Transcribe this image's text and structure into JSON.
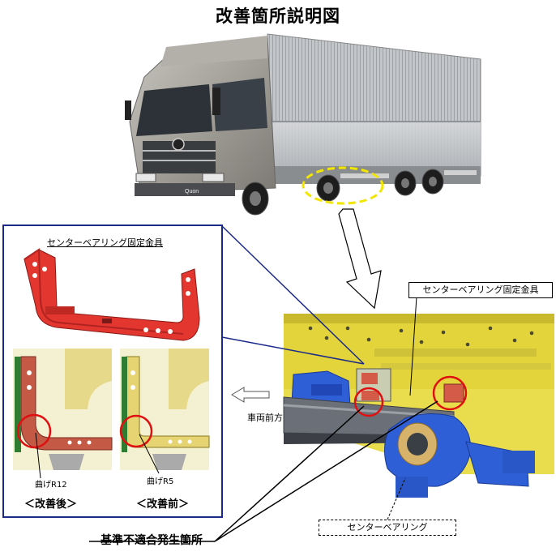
{
  "title": "改善箇所説明図",
  "labels": {
    "bracket_title": "センターベアリング固定金具",
    "callout_bracket": "センターベアリング固定金具",
    "vehicle_front": "車両前方",
    "bend_after": "曲げR12",
    "bend_before": "曲げR5",
    "caption_after": "＜改善後＞",
    "caption_before": "＜改善前＞",
    "callout_bearing": "センターベアリング",
    "nonconformity": "基準不適合発生箇所",
    "truck_badge": "Quon"
  },
  "colors": {
    "bracket_red": "#e2362f",
    "frame_yellow": "#e4d43c",
    "bearing_blue": "#2f5fd6",
    "shaft_gray": "#6b7078",
    "highlight_red": "#e01010",
    "dashed_yellow": "#f2e600",
    "panel_border": "#1a2a8a"
  }
}
